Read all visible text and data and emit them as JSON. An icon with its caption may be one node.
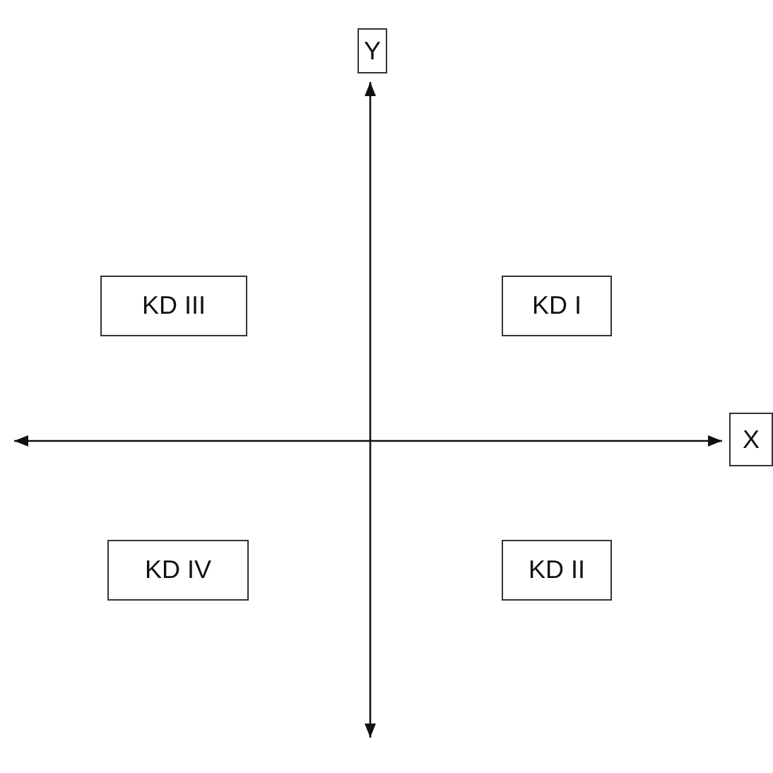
{
  "diagram": {
    "nodes": [
      {
        "text": [
          "Y"
        ]
      },
      {
        "text": [
          "KD III"
        ]
      },
      {
        "text": [
          "KD I"
        ]
      },
      {
        "text": [
          "X"
        ]
      },
      {
        "text": [
          "KD IV"
        ]
      },
      {
        "text": [
          "KD II"
        ]
      }
    ]
  }
}
